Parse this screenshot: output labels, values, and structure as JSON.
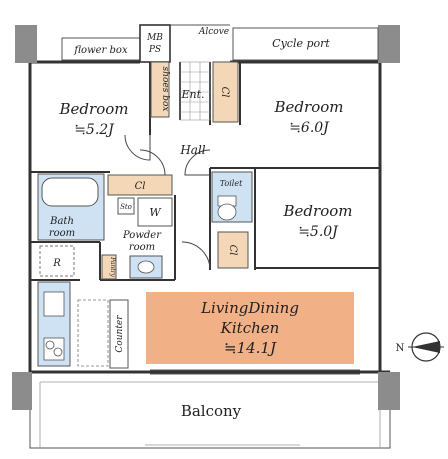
{
  "labels": {
    "flower_box": "flower box",
    "mb_ps_1": "MB",
    "mb_ps_2": "PS",
    "alcove": "Alcove",
    "cycle_port": "Cycle port",
    "shoes_box": "shoes box",
    "entrance": "Ent.",
    "closet": "Cl",
    "hall": "Hall",
    "toilet": "Toilet",
    "bath_room_1": "Bath",
    "bath_room_2": "room",
    "storage": "Sto",
    "washer": "W",
    "powder_room_1": "Powder",
    "powder_room_2": "room",
    "pantry": "Pantry",
    "refrigerator": "R",
    "counter": "Counter",
    "balcony": "Balcony",
    "north": "N"
  },
  "rooms": {
    "bedroom_west": {
      "name": "Bedroom",
      "size": "≒5.2J"
    },
    "bedroom_east": {
      "name": "Bedroom",
      "size": "≒6.0J"
    },
    "bedroom_mid": {
      "name": "Bedroom",
      "size": "≒5.0J"
    },
    "ldk": {
      "name1": "LivingDining",
      "name2": "Kitchen",
      "size": "≒14.1J"
    }
  },
  "colors": {
    "ldk_fill": "#f2b087",
    "wood": "#f4d7b6",
    "bath_blue": "#cfe2f3",
    "column": "#8c8c8c",
    "wall": "#333333"
  }
}
